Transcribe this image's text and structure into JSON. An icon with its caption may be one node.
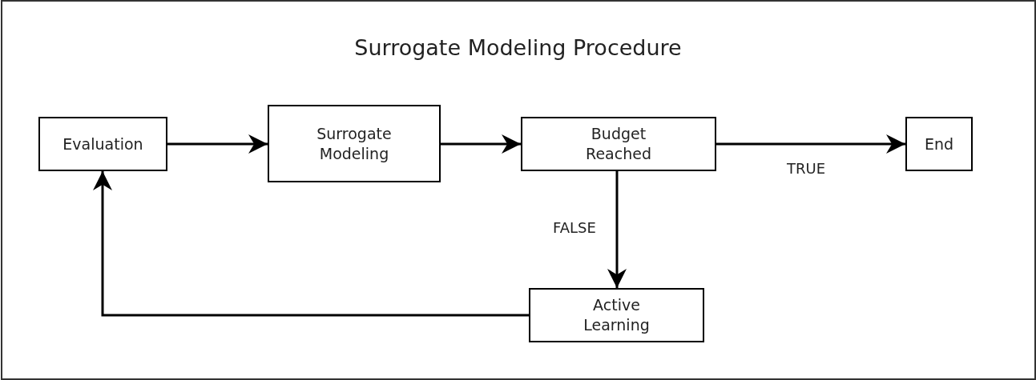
{
  "diagram": {
    "title": "Surrogate Modeling Procedure",
    "nodes": [
      {
        "text": [
          "Evaluation"
        ]
      },
      {
        "text": [
          "Surrogate Modeling"
        ]
      },
      {
        "text": [
          "Budget Reached"
        ]
      },
      {
        "text": [
          "End"
        ]
      },
      {
        "text": [
          "Active Learning"
        ]
      }
    ],
    "edges": [
      {
        "from": 0,
        "to": 1,
        "arrow": "to"
      },
      {
        "from": 1,
        "to": 2,
        "arrow": "to"
      },
      {
        "from": 2,
        "to": 3,
        "arrow": "to",
        "label": "TRUE"
      },
      {
        "from": 2,
        "to": 4,
        "arrow": "to",
        "label": "FALSE"
      },
      {
        "from": 4,
        "to": 0,
        "arrow": "to"
      }
    ]
  }
}
